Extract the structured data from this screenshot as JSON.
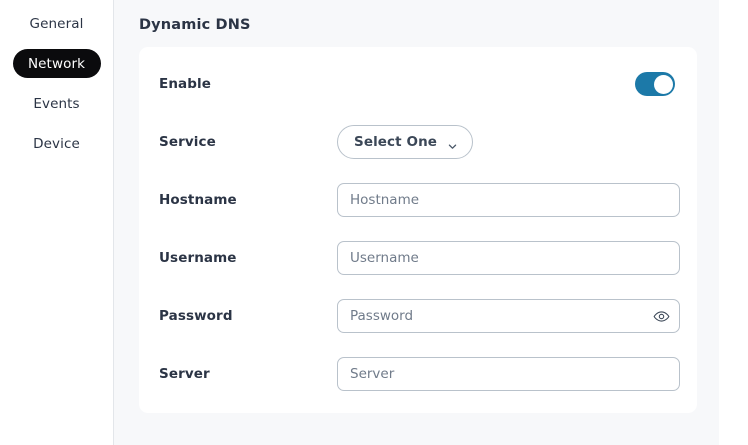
{
  "sidebar": {
    "items": [
      {
        "label": "General",
        "active": false
      },
      {
        "label": "Network",
        "active": true
      },
      {
        "label": "Events",
        "active": false
      },
      {
        "label": "Device",
        "active": false
      }
    ]
  },
  "panel": {
    "title": "Dynamic DNS"
  },
  "form": {
    "enable": {
      "label": "Enable",
      "state": "on",
      "icon": "toggle-switch"
    },
    "service": {
      "label": "Service",
      "selected": "Select One",
      "icon": "chevron-down-icon"
    },
    "hostname": {
      "label": "Hostname",
      "value": "",
      "placeholder": "Hostname"
    },
    "username": {
      "label": "Username",
      "value": "",
      "placeholder": "Username"
    },
    "password": {
      "label": "Password",
      "value": "",
      "placeholder": "Password",
      "reveal_icon": "eye-icon"
    },
    "server": {
      "label": "Server",
      "value": "",
      "placeholder": "Server"
    }
  },
  "colors": {
    "toggle_on": "#1c79a8",
    "active_nav_bg": "#0b0b0d",
    "panel_bg": "#f7f8fa",
    "card_bg": "#ffffff",
    "border": "#b9c2cb",
    "text": "#2b3445",
    "placeholder": "#707b8a"
  }
}
